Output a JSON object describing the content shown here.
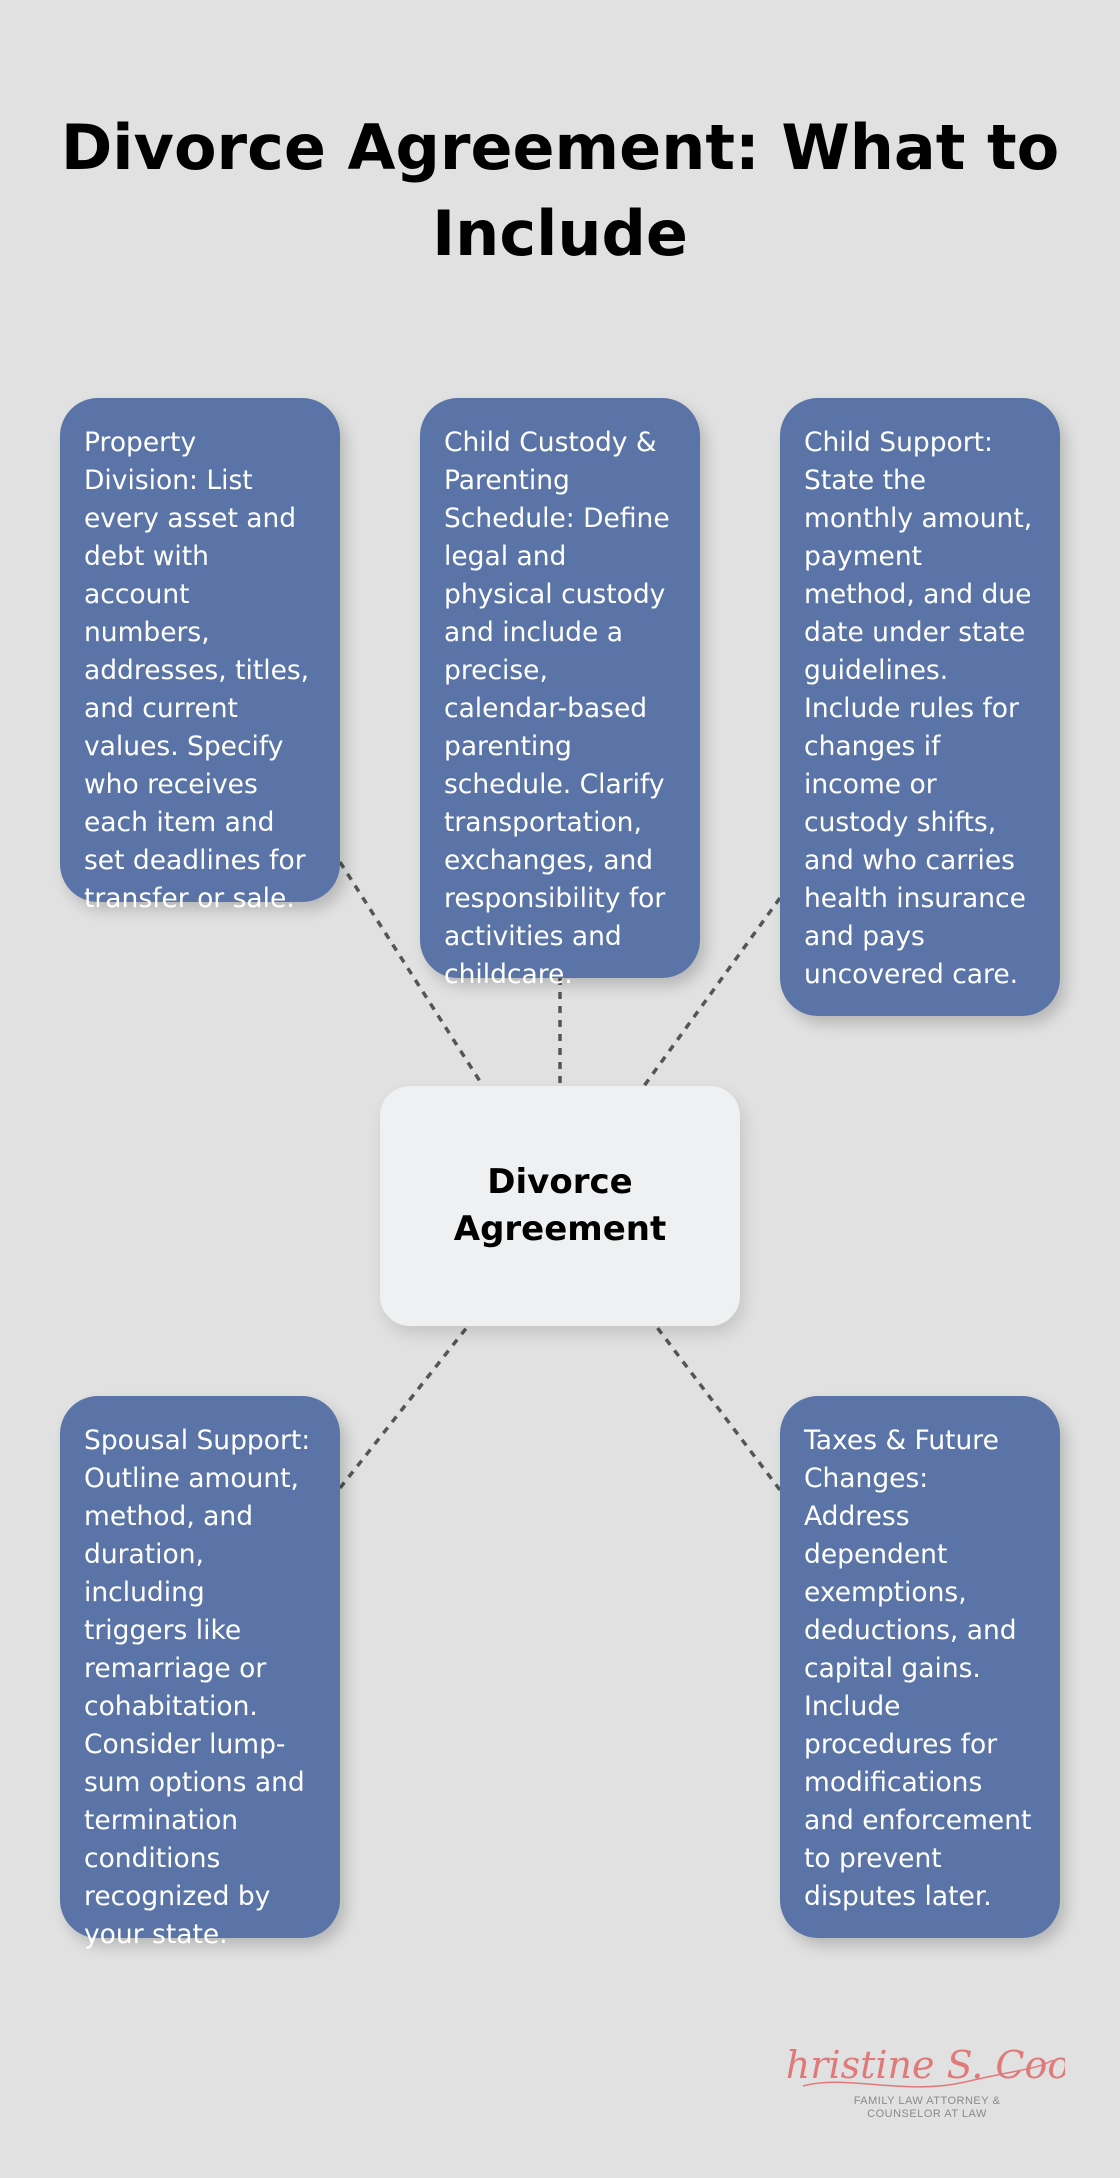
{
  "title": "Divorce Agreement: What to Include",
  "center": {
    "label": "Divorce Agreement"
  },
  "items": [
    {
      "text": "Property Division: List every asset and debt with account numbers, addresses, titles, and current values. Specify who receives each item and set deadlines for transfer or sale."
    },
    {
      "text": "Child Custody & Parenting Schedule: Define legal and physical custody and include a precise, calendar-based parenting schedule. Clarify transportation, exchanges, and responsibility for activities and childcare."
    },
    {
      "text": "Child Support: State the monthly amount, payment method, and due date under state guidelines. Include rules for changes if income or custody shifts, and who carries health insurance and pays uncovered care."
    },
    {
      "text": "Spousal Support: Outline amount, method, and duration, including triggers like remarriage or cohabitation. Consider lump-sum options and termination conditions recognized by your state."
    },
    {
      "text": "Taxes & Future Changes: Address dependent exemptions, deductions, and capital gains. Include procedures for modifications and enforcement to prevent disputes later."
    }
  ],
  "logo": {
    "name": "Christine S. Cook",
    "tagline_line1": "FAMILY LAW ATTORNEY &",
    "tagline_line2": "COUNSELOR AT LAW"
  },
  "colors": {
    "background": "#e0e1e0",
    "card": "#5b74a7",
    "center_box": "#eff0f1",
    "connector": "#555555",
    "logo_script": "#e07a7a",
    "logo_tagline": "#8a8a8a"
  }
}
